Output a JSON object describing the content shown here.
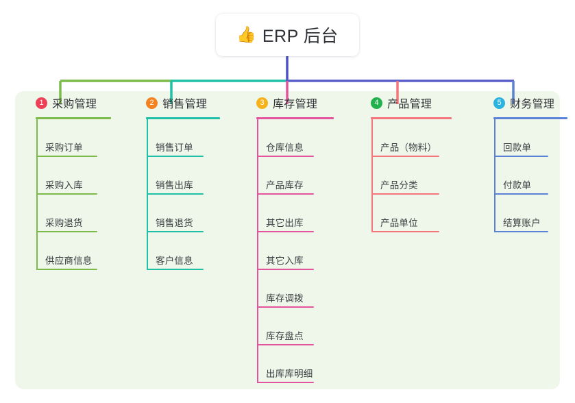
{
  "root": {
    "icon": "thumbs-up-emoji",
    "emoji": "👍",
    "title": "ERP 后台"
  },
  "panel": {
    "background_color": "#eef7e9"
  },
  "columns": [
    {
      "number": "1",
      "title": "采购管理",
      "color": "#7cba4a",
      "badge_color": "#ec4156",
      "items": [
        {
          "label": "采购订单"
        },
        {
          "label": "采购入库"
        },
        {
          "label": "采购退货"
        },
        {
          "label": "供应商信息"
        }
      ]
    },
    {
      "number": "2",
      "title": "销售管理",
      "color": "#1fc0a5",
      "badge_color": "#f58220",
      "items": [
        {
          "label": "销售订单"
        },
        {
          "label": "销售出库"
        },
        {
          "label": "销售退货"
        },
        {
          "label": "客户信息"
        }
      ]
    },
    {
      "number": "3",
      "title": "库存管理",
      "color": "#e4539e",
      "badge_color": "#f5b21a",
      "items": [
        {
          "label": "仓库信息"
        },
        {
          "label": "产品库存"
        },
        {
          "label": "其它出库"
        },
        {
          "label": "其它入库"
        },
        {
          "label": "库存调拨"
        },
        {
          "label": "库存盘点"
        },
        {
          "label": "出库库明细"
        }
      ]
    },
    {
      "number": "4",
      "title": "产品管理",
      "color": "#f4757c",
      "badge_color": "#22b14c",
      "items": [
        {
          "label": "产品（物料）"
        },
        {
          "label": "产品分类"
        },
        {
          "label": "产品单位"
        }
      ]
    },
    {
      "number": "5",
      "title": "财务管理",
      "color": "#5b82d6",
      "badge_color": "#2bb3e0",
      "items": [
        {
          "label": "回款单"
        },
        {
          "label": "付款单"
        },
        {
          "label": "结算账户"
        }
      ]
    }
  ],
  "connectors": {
    "trunk_color": "#4c52c6",
    "bus_segments": [
      {
        "color": "#7cba4a"
      },
      {
        "color": "#1fc0a5"
      },
      {
        "color": "#5a5ec9"
      }
    ]
  }
}
